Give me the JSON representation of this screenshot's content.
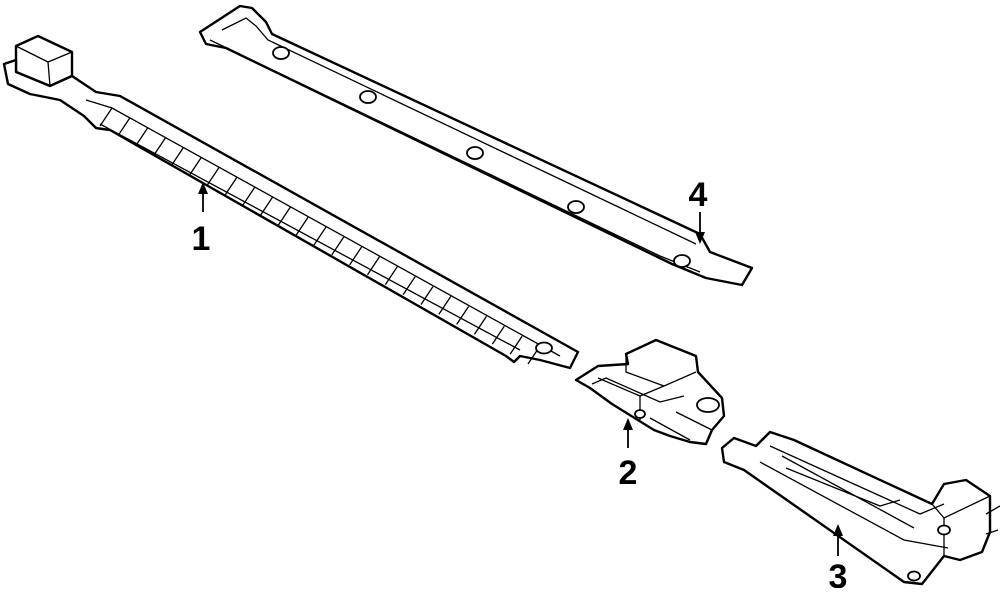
{
  "callouts": {
    "part1": "1",
    "part2": "2",
    "part3": "3",
    "part4": "4"
  },
  "colors": {
    "line": "#000000",
    "background": "#ffffff"
  }
}
